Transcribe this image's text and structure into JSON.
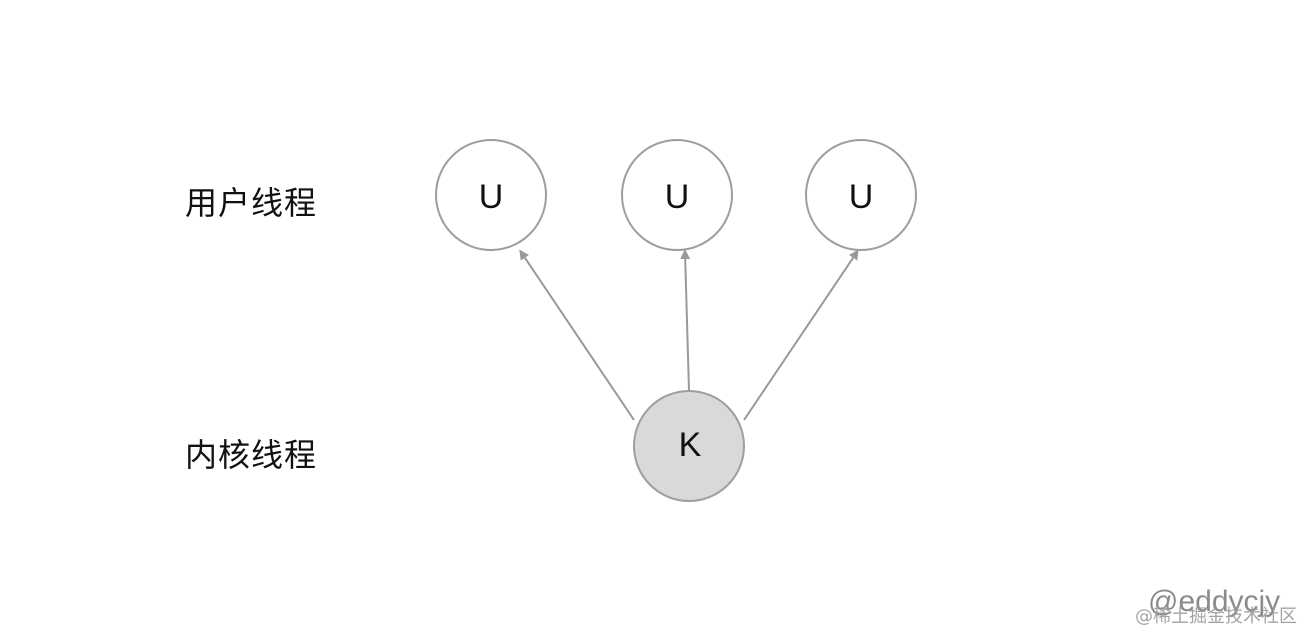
{
  "labels": {
    "user_thread": "用户线程",
    "kernel_thread": "内核线程"
  },
  "nodes": {
    "user": [
      "U",
      "U",
      "U"
    ],
    "kernel": "K"
  },
  "watermark": {
    "handle": "@eddycjy",
    "site": "@稀土掘金技术社区"
  },
  "colors": {
    "node_stroke": "#9e9e9e",
    "kernel_fill": "#d9d9d9",
    "user_fill": "#ffffff",
    "arrow": "#999999"
  }
}
